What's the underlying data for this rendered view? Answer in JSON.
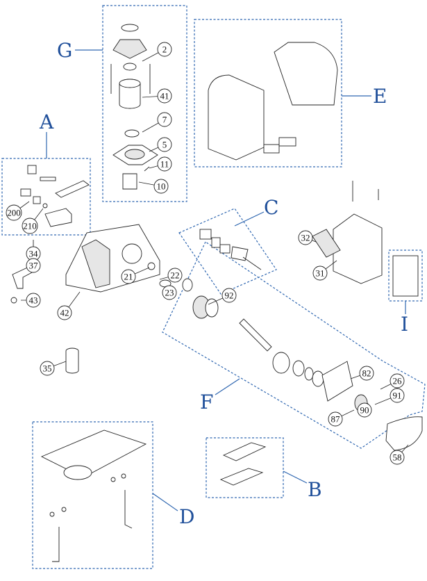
{
  "groups": [
    {
      "letter": "G"
    },
    {
      "letter": "A"
    },
    {
      "letter": "E"
    },
    {
      "letter": "C"
    },
    {
      "letter": "I"
    },
    {
      "letter": "F"
    },
    {
      "letter": "B"
    },
    {
      "letter": "D"
    }
  ],
  "parts": [
    "2",
    "41",
    "7",
    "5",
    "11",
    "10",
    "200",
    "210",
    "34",
    "37",
    "43",
    "42",
    "21",
    "22",
    "23",
    "92",
    "35",
    "32",
    "31",
    "82",
    "26",
    "91",
    "87",
    "90",
    "58"
  ],
  "colors": {
    "group_outline": "#2e66b0",
    "group_letter": "#1f4f9a"
  }
}
